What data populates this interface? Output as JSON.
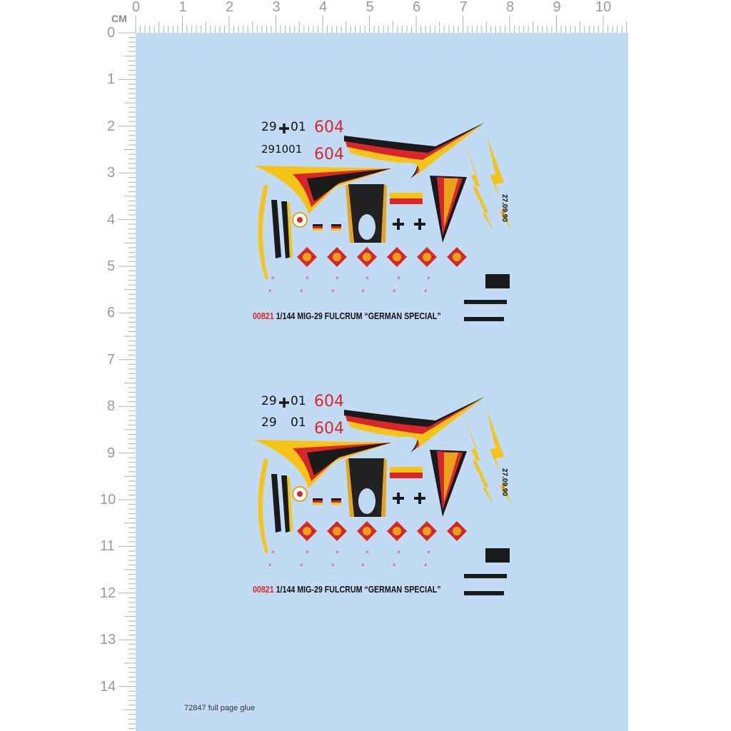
{
  "ruler": {
    "unit_label": "CM",
    "top_labels": [
      "0",
      "1",
      "2",
      "3",
      "4",
      "5",
      "6",
      "7",
      "8",
      "9",
      "10"
    ],
    "left_labels": [
      "0",
      "1",
      "2",
      "3",
      "4",
      "5",
      "6",
      "7",
      "8",
      "9",
      "10",
      "11",
      "12",
      "13",
      "14"
    ]
  },
  "decal_sets": [
    {
      "serial_top": "29",
      "serial_top_suffix": "01",
      "serial_second": "291001",
      "tail_number_top": "604",
      "tail_number_bottom": "604",
      "date_marking": "27.09.90",
      "product_code": "00821",
      "title": "1/144 MIG-29 FULCRUM “GERMAN SPECIAL”"
    },
    {
      "serial_top": "29",
      "serial_top_suffix": "01",
      "serial_second": "29",
      "serial_second_suffix": "01",
      "tail_number_top": "604",
      "tail_number_bottom": "604",
      "date_marking": "27.09.90",
      "product_code": "00821",
      "title": "1/144 MIG-29 FULCRUM “GERMAN SPECIAL”"
    }
  ],
  "footer": {
    "note": "72847 full page glue"
  },
  "colors": {
    "sheet": "#c2dbf4",
    "yellow": "#f5c416",
    "red": "#d9262b",
    "black": "#1a1a1a",
    "gold": "#e8a31a"
  }
}
